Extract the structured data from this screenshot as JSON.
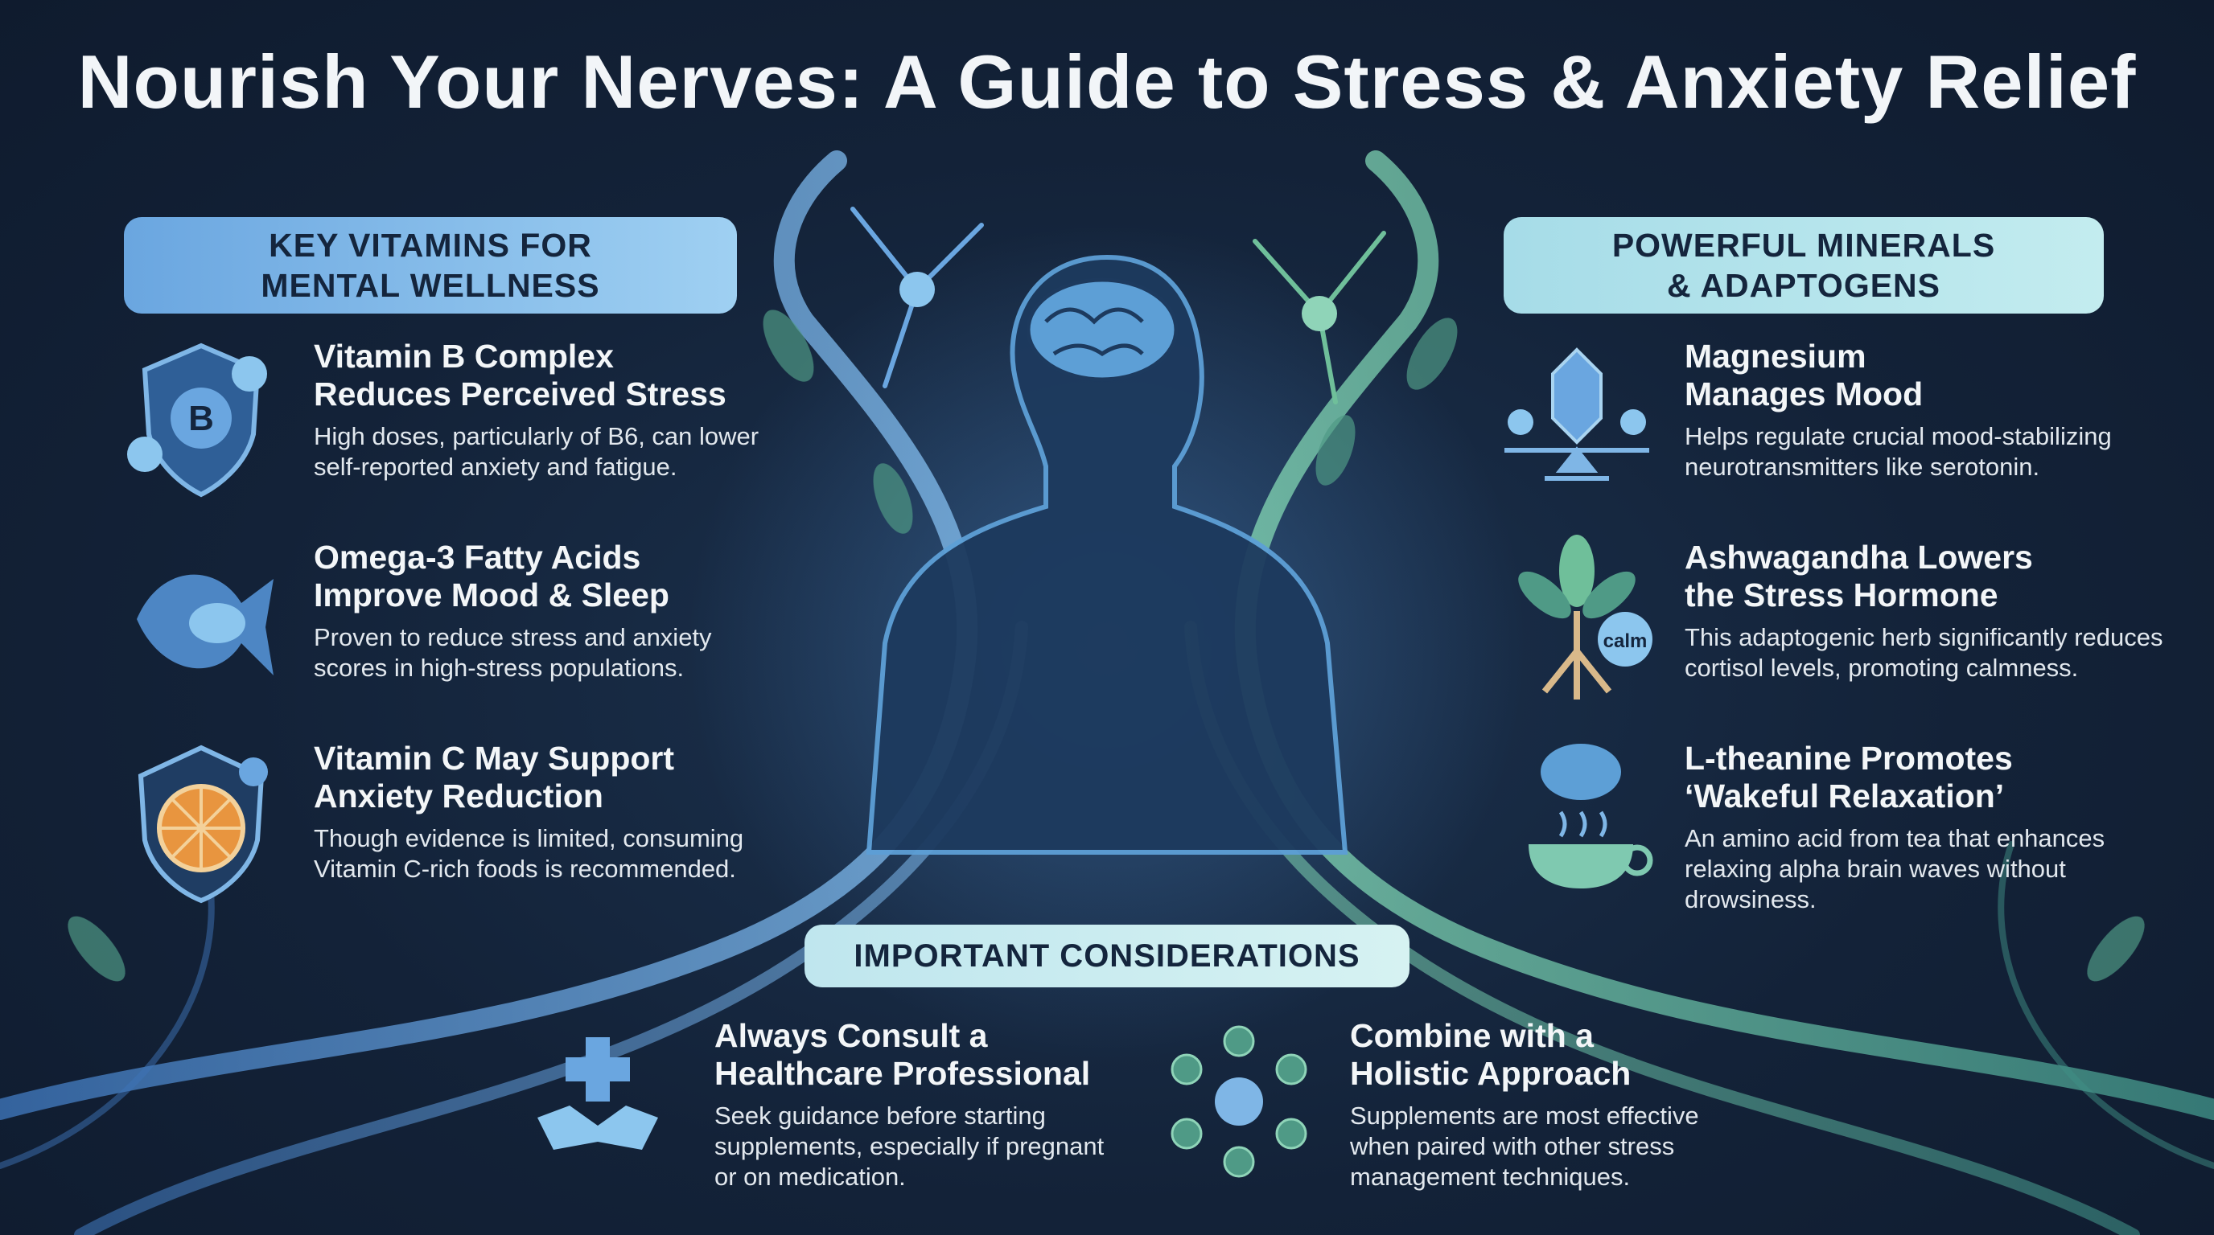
{
  "title": "Nourish Your Nerves: A Guide to Stress & Anxiety Relief",
  "vitamins": {
    "header": [
      "KEY VITAMINS FOR",
      "MENTAL WELLNESS"
    ],
    "items": [
      {
        "icon": "vitamin-b-shield-icon",
        "title": [
          "Vitamin B Complex",
          "Reduces Perceived Stress"
        ],
        "desc": [
          "High doses, particularly of B6, can lower",
          "self-reported anxiety and fatigue."
        ],
        "badge": "B"
      },
      {
        "icon": "fish-brain-icon",
        "title": [
          "Omega-3 Fatty Acids",
          "Improve Mood & Sleep"
        ],
        "desc": [
          "Proven to reduce stress and anxiety",
          "scores in high-stress populations."
        ]
      },
      {
        "icon": "citrus-shield-icon",
        "title": [
          "Vitamin C May Support",
          "Anxiety Reduction"
        ],
        "desc": [
          "Though evidence is limited, consuming",
          "Vitamin C-rich foods is recommended."
        ]
      }
    ]
  },
  "minerals": {
    "header": [
      "POWERFUL MINERALS",
      "& ADAPTOGENS"
    ],
    "items": [
      {
        "icon": "crystal-balance-icon",
        "title": [
          "Magnesium",
          "Manages Mood"
        ],
        "desc": [
          "Helps regulate crucial mood-stabilizing",
          "neurotransmitters like serotonin."
        ]
      },
      {
        "icon": "ashwagandha-root-icon",
        "title": [
          "Ashwagandha Lowers",
          "the Stress Hormone"
        ],
        "desc": [
          "This adaptogenic herb significantly reduces",
          "cortisol levels, promoting calmness."
        ],
        "badge": "calm"
      },
      {
        "icon": "tea-brain-icon",
        "title": [
          "L-theanine Promotes",
          "‘Wakeful Relaxation’"
        ],
        "desc": [
          "An amino acid from tea that enhances",
          "relaxing alpha brain waves without",
          "drowsiness."
        ]
      }
    ]
  },
  "considerations": {
    "header": "IMPORTANT CONSIDERATIONS",
    "items": [
      {
        "icon": "handshake-medical-icon",
        "title": [
          "Always Consult a",
          "Healthcare Professional"
        ],
        "desc": [
          "Seek guidance before starting",
          "supplements, especially if pregnant",
          "or on medication."
        ]
      },
      {
        "icon": "holistic-wheel-icon",
        "title": [
          "Combine with a",
          "Holistic Approach"
        ],
        "desc": [
          "Supplements are most effective",
          "when paired with other stress",
          "management techniques."
        ]
      }
    ]
  },
  "colors": {
    "background": "#132238",
    "blue": "#6aa6e0",
    "green": "#6fbf9a",
    "navy_text": "#14253d"
  }
}
